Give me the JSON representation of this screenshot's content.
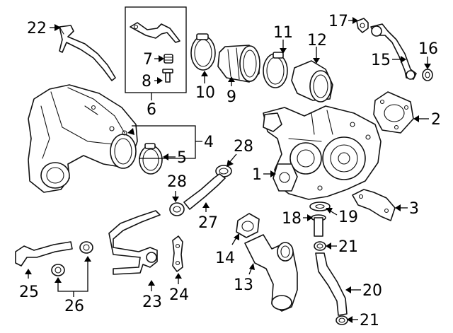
{
  "callouts": {
    "c1": "1",
    "c2": "2",
    "c3": "3",
    "c4": "4",
    "c5": "5",
    "c6": "6",
    "c7": "7",
    "c8": "8",
    "c9": "9",
    "c10": "10",
    "c11": "11",
    "c12": "12",
    "c13": "13",
    "c14": "14",
    "c15": "15",
    "c16": "16",
    "c17": "17",
    "c18": "18",
    "c19": "19",
    "c20": "20",
    "c21a": "21",
    "c21b": "21",
    "c22": "22",
    "c23": "23",
    "c24": "24",
    "c25": "25",
    "c26": "26",
    "c27": "27",
    "c28a": "28",
    "c28b": "28"
  },
  "colors": {
    "line": "#111111",
    "background": "#ffffff"
  }
}
